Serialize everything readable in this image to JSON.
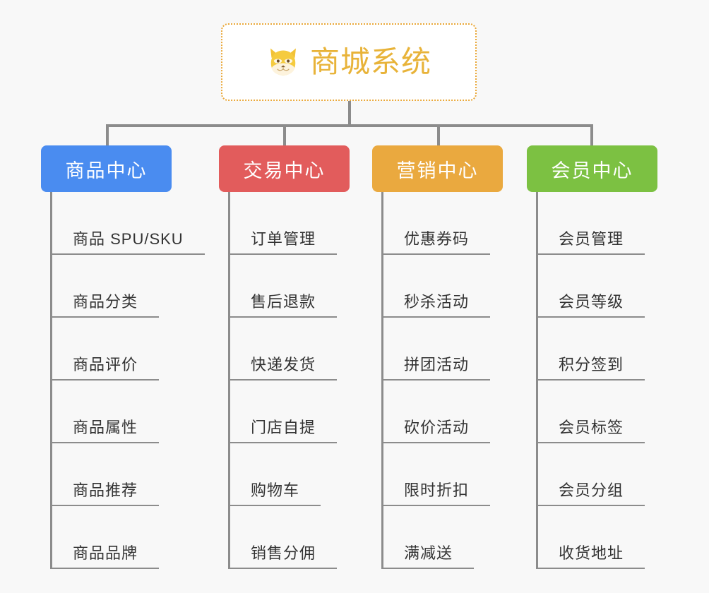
{
  "page": {
    "background_color": "#f8f8f8",
    "type": "mindmap"
  },
  "root": {
    "title": "商城系统",
    "icon": "shiba-dog-face-icon",
    "text_color": "#e8b339",
    "border_color": "#e9a83a",
    "background_color": "#ffffff"
  },
  "connector": {
    "color": "#8c8c8c"
  },
  "branches": [
    {
      "label": "商品中心",
      "color": "#4a8cf0",
      "items": [
        {
          "label": "商品 SPU/SKU"
        },
        {
          "label": "商品分类"
        },
        {
          "label": "商品评价"
        },
        {
          "label": "商品属性"
        },
        {
          "label": "商品推荐"
        },
        {
          "label": "商品品牌"
        }
      ]
    },
    {
      "label": "交易中心",
      "color": "#e25c5c",
      "items": [
        {
          "label": "订单管理"
        },
        {
          "label": "售后退款"
        },
        {
          "label": "快递发货"
        },
        {
          "label": "门店自提"
        },
        {
          "label": "购物车"
        },
        {
          "label": "销售分佣"
        }
      ]
    },
    {
      "label": "营销中心",
      "color": "#eaa93f",
      "items": [
        {
          "label": "优惠券码"
        },
        {
          "label": "秒杀活动"
        },
        {
          "label": "拼团活动"
        },
        {
          "label": "砍价活动"
        },
        {
          "label": "限时折扣"
        },
        {
          "label": "满减送"
        }
      ]
    },
    {
      "label": "会员中心",
      "color": "#7cc142",
      "items": [
        {
          "label": "会员管理"
        },
        {
          "label": "会员等级"
        },
        {
          "label": "积分签到"
        },
        {
          "label": "会员标签"
        },
        {
          "label": "会员分组"
        },
        {
          "label": "收货地址"
        }
      ]
    }
  ]
}
